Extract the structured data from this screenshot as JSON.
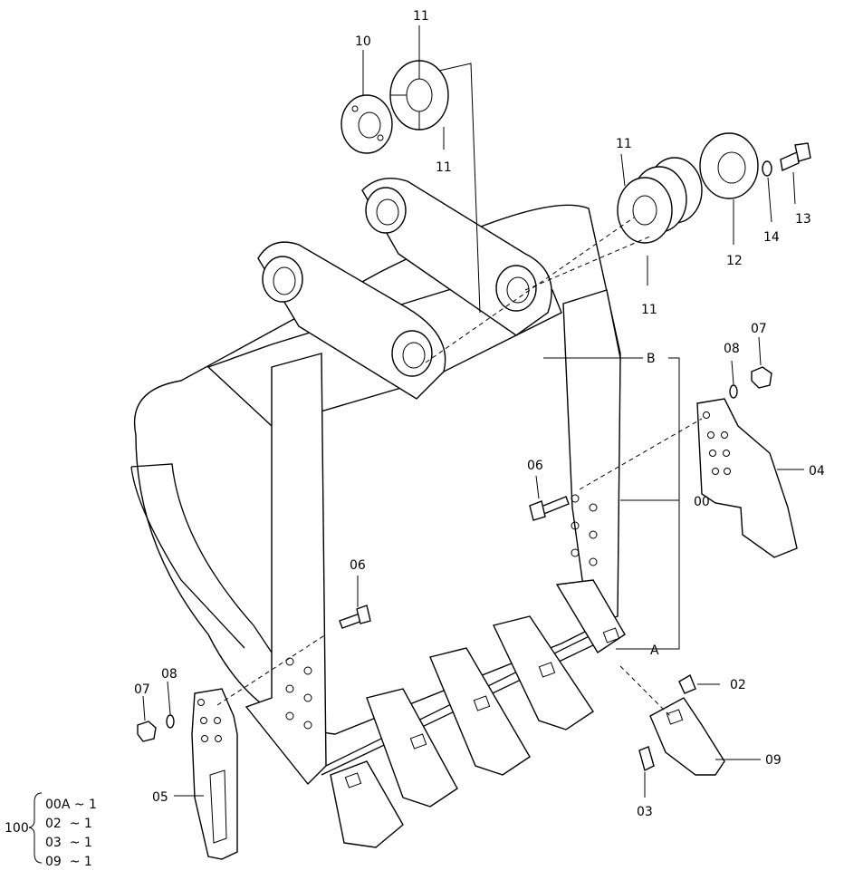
{
  "callouts": {
    "c10": "10",
    "c11_top": "11",
    "c11_mid": "11",
    "c11_right": "11",
    "c11_low": "11",
    "c12": "12",
    "c13": "13",
    "c14": "14",
    "c07_right": "07",
    "c08_right": "08",
    "c04": "04",
    "c06_upper": "06",
    "c06_lower": "06",
    "c00": "00",
    "cB": "B",
    "cA": "A",
    "c02": "02",
    "c09": "09",
    "c03": "03",
    "c07_left": "07",
    "c08_left": "08",
    "c05": "05"
  },
  "kit": {
    "prefix": "100",
    "rows": [
      "00A ~ 1",
      "02  ~ 1",
      "03  ~ 1",
      "09  ~ 1"
    ]
  }
}
